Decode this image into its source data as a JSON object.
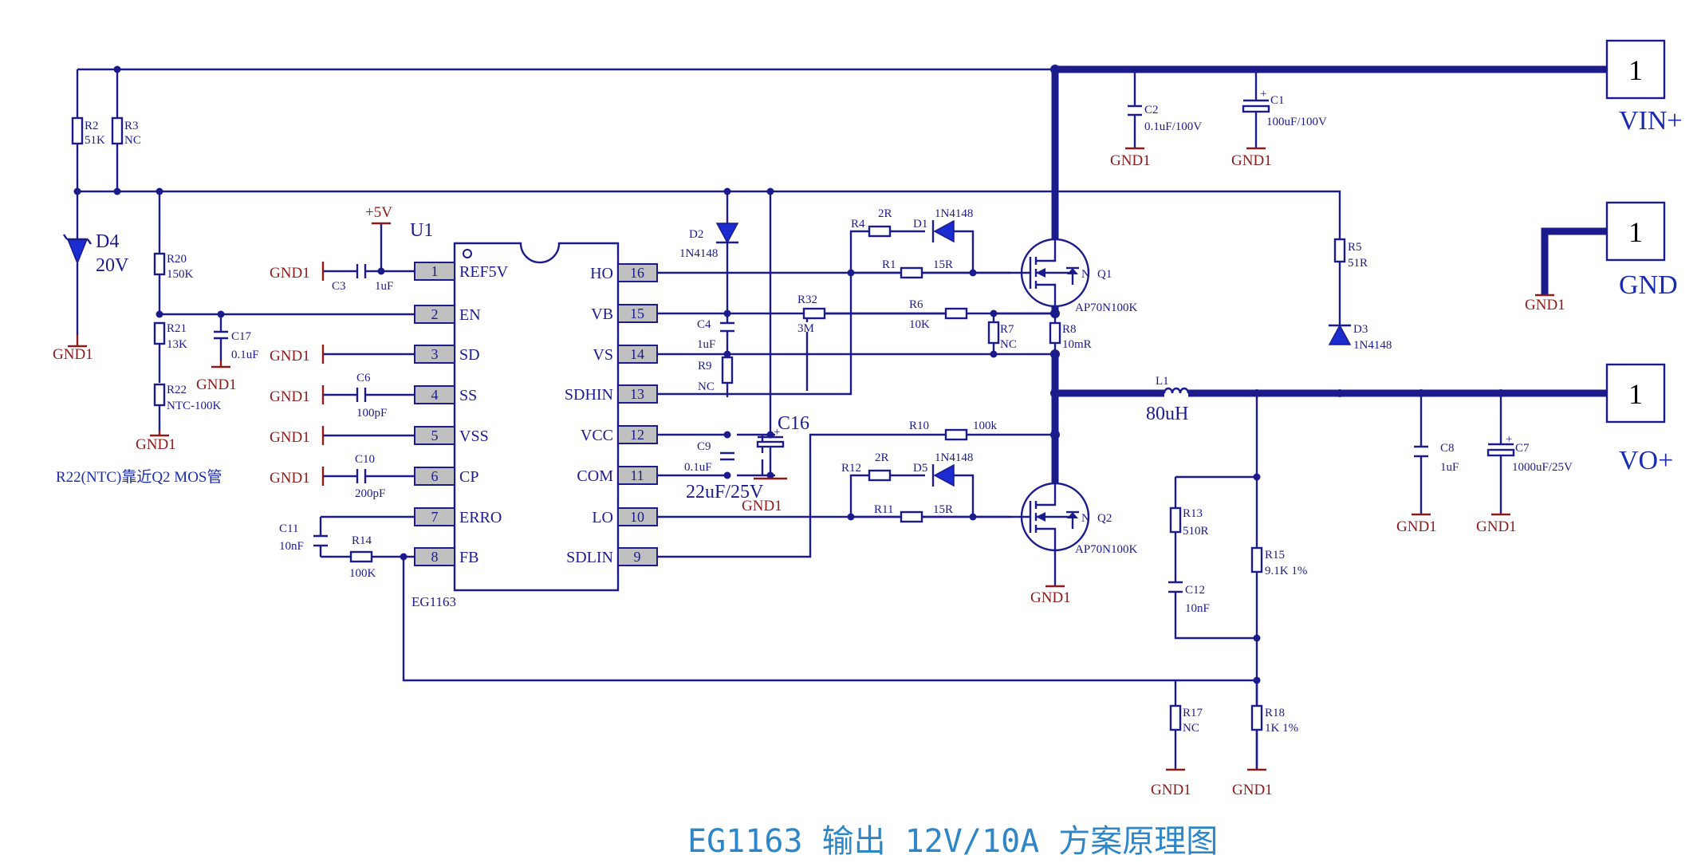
{
  "title": "EG1163 输出 12V/10A 方案原理图",
  "note": "R22(NTC)靠近Q2 MOS管",
  "ic": {
    "ref": "U1",
    "part": "EG1163",
    "pins_left": [
      {
        "num": "1",
        "name": "REF5V"
      },
      {
        "num": "2",
        "name": "EN"
      },
      {
        "num": "3",
        "name": "SD"
      },
      {
        "num": "4",
        "name": "SS"
      },
      {
        "num": "5",
        "name": "VSS"
      },
      {
        "num": "6",
        "name": "CP"
      },
      {
        "num": "7",
        "name": "ERRO"
      },
      {
        "num": "8",
        "name": "FB"
      }
    ],
    "pins_right": [
      {
        "num": "16",
        "name": "HO"
      },
      {
        "num": "15",
        "name": "VB"
      },
      {
        "num": "14",
        "name": "VS"
      },
      {
        "num": "13",
        "name": "SDHIN"
      },
      {
        "num": "12",
        "name": "VCC"
      },
      {
        "num": "11",
        "name": "COM"
      },
      {
        "num": "10",
        "name": "LO"
      },
      {
        "num": "9",
        "name": "SDLIN"
      }
    ]
  },
  "ports": {
    "vin": {
      "num": "1",
      "label": "VIN+"
    },
    "gnd": {
      "num": "1",
      "label": "GND"
    },
    "vo": {
      "num": "1",
      "label": "VO+"
    }
  },
  "net": {
    "gnd": "GND1",
    "p5v": "+5V"
  },
  "components": {
    "R2": {
      "ref": "R2",
      "value": "51K"
    },
    "R3": {
      "ref": "R3",
      "value": "NC"
    },
    "D4": {
      "ref": "D4",
      "value": "20V"
    },
    "R20": {
      "ref": "R20",
      "value": "150K"
    },
    "R21": {
      "ref": "R21",
      "value": "13K"
    },
    "R22": {
      "ref": "R22",
      "value": "NTC-100K"
    },
    "C17": {
      "ref": "C17",
      "value": "0.1uF"
    },
    "C3": {
      "ref": "C3",
      "value": "1uF"
    },
    "C6": {
      "ref": "C6",
      "value": "100pF"
    },
    "C10": {
      "ref": "C10",
      "value": "200pF"
    },
    "C11": {
      "ref": "C11",
      "value": "10nF"
    },
    "R14": {
      "ref": "R14",
      "value": "100K"
    },
    "D2": {
      "ref": "D2",
      "value": "1N4148"
    },
    "C4": {
      "ref": "C4",
      "value": "1uF"
    },
    "R9": {
      "ref": "R9",
      "value": "NC"
    },
    "C9": {
      "ref": "C9",
      "value": "0.1uF"
    },
    "C16": {
      "ref": "C16",
      "value": "22uF/25V"
    },
    "R32": {
      "ref": "R32",
      "value": "3M"
    },
    "R4": {
      "ref": "R4",
      "value": "2R"
    },
    "D1": {
      "ref": "D1",
      "value": "1N4148"
    },
    "R1": {
      "ref": "R1",
      "value": "15R"
    },
    "R6": {
      "ref": "R6",
      "value": "10K"
    },
    "R7": {
      "ref": "R7",
      "value": "NC"
    },
    "R8": {
      "ref": "R8",
      "value": "10mR"
    },
    "R10": {
      "ref": "R10",
      "value": "100k"
    },
    "R12": {
      "ref": "R12",
      "value": "2R"
    },
    "D5": {
      "ref": "D5",
      "value": "1N4148"
    },
    "R11": {
      "ref": "R11",
      "value": "15R"
    },
    "Q1": {
      "ref": "Q1",
      "value": "AP70N100K"
    },
    "Q2": {
      "ref": "Q2",
      "value": "AP70N100K"
    },
    "C2": {
      "ref": "C2",
      "value": "0.1uF/100V"
    },
    "C1": {
      "ref": "C1",
      "value": "100uF/100V"
    },
    "R5": {
      "ref": "R5",
      "value": "51R"
    },
    "D3": {
      "ref": "D3",
      "value": "1N4148"
    },
    "L1": {
      "ref": "L1",
      "value": "80uH"
    },
    "C8": {
      "ref": "C8",
      "value": "1uF"
    },
    "C7": {
      "ref": "C7",
      "value": "1000uF/25V"
    },
    "R13": {
      "ref": "R13",
      "value": "510R"
    },
    "C12": {
      "ref": "C12",
      "value": "10nF"
    },
    "R15": {
      "ref": "R15",
      "value": "9.1K 1%"
    },
    "R17": {
      "ref": "R17",
      "value": "NC"
    },
    "R18": {
      "ref": "R18",
      "value": "1K 1%"
    }
  }
}
